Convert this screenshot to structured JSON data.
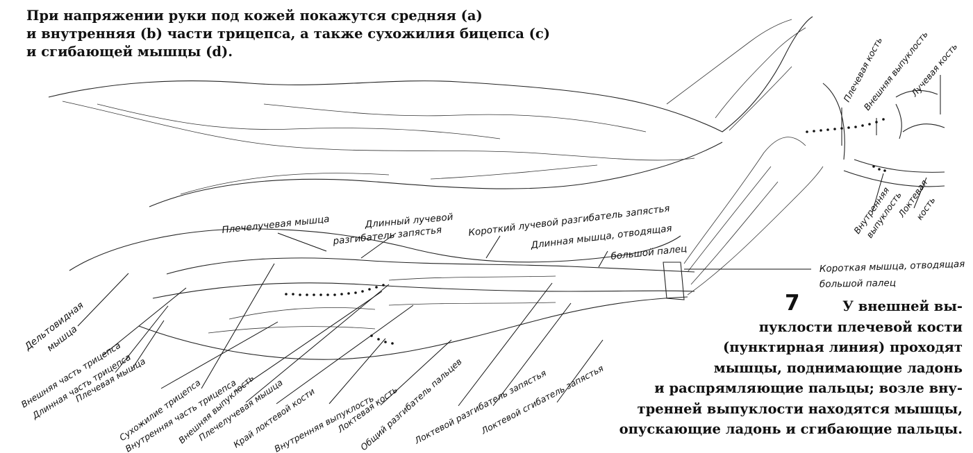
{
  "caption_top": [
    "При напряжении руки под кожей покажутся средняя (a)",
    "и внутренняя (b) части трицепса, а также сухожилия бицепса (c)",
    "и сгибающей мышцы (d)."
  ],
  "figure_number": "7",
  "caption_side": [
    "У внешней вы-",
    "пуклости плечевой кости",
    "(пунктирная линия) проходят",
    "мышцы, поднимающие ладонь",
    "и распрямляющие пальцы; возле вну-",
    "тренней выпуклости находятся мышцы,",
    "опускающие ладонь и сгибающие пальцы."
  ],
  "labels": {
    "brachioradialis": "Плечелучевая мышца",
    "ecr_longus_1": "Длинный лучевой",
    "ecr_longus_2": "разгибатель запястья",
    "ecr_brevis": "Короткий лучевой разгибатель запястья",
    "apl_1": "Длинная мышца, отводящая",
    "apl_2": "большой палец",
    "apb_1": "Короткая мышца, отводящая",
    "apb_2": "большой палец",
    "deltoid_1": "Дельтовидная",
    "deltoid_2": "мышца",
    "triceps_lateral": "Внешняя часть трицепса",
    "triceps_long": "Длинная часть трицепса",
    "brachialis": "Плечевая мышца",
    "triceps_tendon": "Сухожилие трицепса",
    "triceps_medial": "Внутренняя часть трицепса",
    "lateral_epicondyle": "Внешняя выпуклость",
    "brachioradialis_2": "Плечелучевая мышца",
    "ulna_edge": "Край локтевой кости",
    "medial_epicondyle": "Внутренняя выпуклость",
    "ulna": "Локтевая кость",
    "ext_digitorum": "Общий разгибатель пальцев",
    "ecu": "Локтевой разгибатель запястья",
    "fcu": "Локтевой сгибатель запястья",
    "inset_humerus": "Плечевая кость",
    "inset_lat_epi": "Внешняя выпуклость",
    "inset_radius": "Лучевая кость",
    "inset_med_epi_1": "Внутренняя",
    "inset_med_epi_2": "выпуклость",
    "inset_ulna_1": "Локтевая",
    "inset_ulna_2": "кость"
  }
}
